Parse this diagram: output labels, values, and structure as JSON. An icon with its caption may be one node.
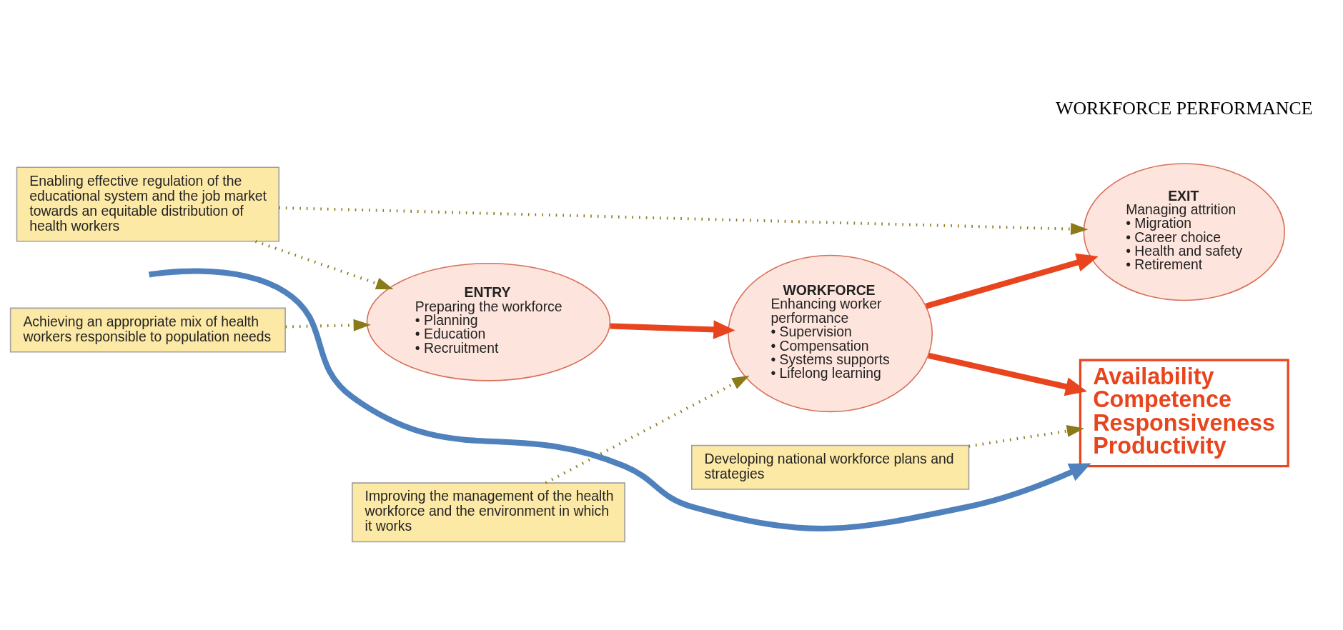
{
  "diagram": {
    "nodes": [
      {
        "text": [
          "Enabling effective regulation of the educational system and the job market towards an equitable distribution of health workers"
        ]
      },
      {
        "text": [
          "Achieving an appropriate mix of health workers responsible to population needs"
        ]
      },
      {
        "text": [
          "ENTRY",
          "Preparing the workforce",
          "• Planning",
          "• Education",
          "• Recruitment"
        ]
      },
      {
        "text": [
          "EXIT",
          "Managing attrition",
          "• Migration",
          "• Career choice",
          "• Health and safety",
          "• Retirement"
        ]
      },
      {
        "text": [
          "WORKFORCE",
          "Enhancing worker performance",
          "• Supervision",
          "• Compensation",
          "• Systems supports",
          "• Lifelong learning"
        ]
      },
      {
        "text": [
          "Developing national workforce plans and strategies"
        ]
      },
      {
        "text": [
          "Availability",
          "Competence",
          "Responsiveness",
          "Productivity"
        ]
      },
      {
        "text": [
          "Improving the management of the health workforce and the environment in which it works"
        ]
      }
    ],
    "edges": [
      {
        "from": 0,
        "to": 2,
        "arrow": "to",
        "style": "dashed"
      },
      {
        "from": 0,
        "to": 3,
        "arrow": "to",
        "style": "dashed"
      },
      {
        "from": 1,
        "to": 2,
        "arrow": "to",
        "style": "dashed"
      },
      {
        "from": 2,
        "to": 4,
        "arrow": "to",
        "style": "thick",
        "color": "#e8451e"
      },
      {
        "from": 4,
        "to": 3,
        "arrow": "to",
        "style": "thick",
        "color": "#e8451e"
      },
      {
        "from": 4,
        "to": 6,
        "arrow": "to",
        "style": "thick",
        "color": "#e8451e"
      },
      {
        "from": 5,
        "to": 6,
        "arrow": "to",
        "style": "dashed"
      },
      {
        "from": 7,
        "to": 4,
        "arrow": "to",
        "style": "dashed"
      },
      {
        "from": null,
        "to": 6,
        "arrow": "to",
        "style": "thick",
        "color": "#4f81bd"
      }
    ],
    "labels": [
      "WORKFORCE PERFORMANCE"
    ]
  }
}
